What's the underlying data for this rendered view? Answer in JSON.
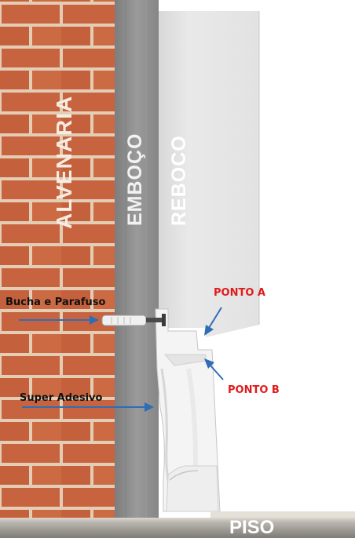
{
  "labels": {
    "alvenaria": "ALVENARIA",
    "emboco": "EMBOÇO",
    "reboco": "REBOCO",
    "piso": "PISO",
    "ponto_a": "PONTO A",
    "ponto_b": "PONTO B",
    "bucha_parafuso": "Bucha e Parafuso",
    "super_adesivo": "Super Adesivo"
  },
  "colors": {
    "brick": "#c8633f",
    "mortar": "#e3cdb4",
    "emboco": "#8d8d8d",
    "reboco": "#e6e6e6",
    "floor": "#9a9894",
    "arrow": "#2f6db6",
    "callout_red": "#e01b1b"
  }
}
